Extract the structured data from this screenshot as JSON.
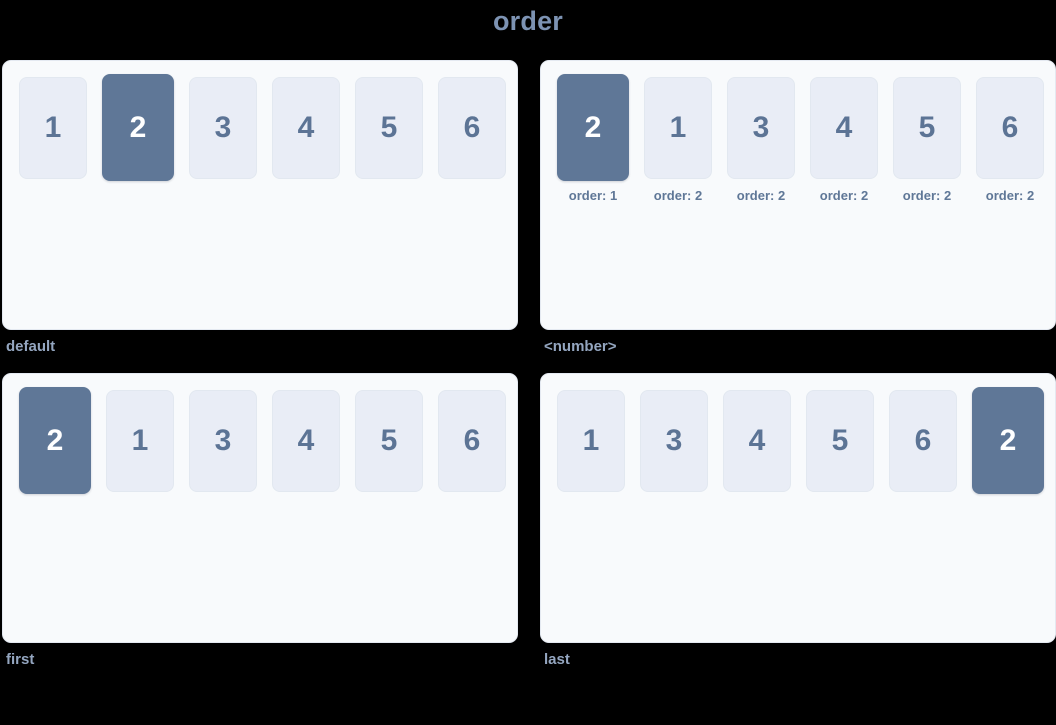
{
  "title": "order",
  "panels": [
    {
      "caption": "default",
      "items": [
        {
          "label": "1",
          "active": false
        },
        {
          "label": "2",
          "active": true
        },
        {
          "label": "3",
          "active": false
        },
        {
          "label": "4",
          "active": false
        },
        {
          "label": "5",
          "active": false
        },
        {
          "label": "6",
          "active": false
        }
      ],
      "sublabels": []
    },
    {
      "caption": "<number>",
      "items": [
        {
          "label": "2",
          "active": true
        },
        {
          "label": "1",
          "active": false
        },
        {
          "label": "3",
          "active": false
        },
        {
          "label": "4",
          "active": false
        },
        {
          "label": "5",
          "active": false
        },
        {
          "label": "6",
          "active": false
        }
      ],
      "sublabels": [
        "order: 1",
        "order: 2",
        "order: 2",
        "order: 2",
        "order: 2",
        "order: 2"
      ]
    },
    {
      "caption": "first",
      "items": [
        {
          "label": "2",
          "active": true
        },
        {
          "label": "1",
          "active": false
        },
        {
          "label": "3",
          "active": false
        },
        {
          "label": "4",
          "active": false
        },
        {
          "label": "5",
          "active": false
        },
        {
          "label": "6",
          "active": false
        }
      ],
      "sublabels": []
    },
    {
      "caption": "last",
      "items": [
        {
          "label": "1",
          "active": false
        },
        {
          "label": "3",
          "active": false
        },
        {
          "label": "4",
          "active": false
        },
        {
          "label": "5",
          "active": false
        },
        {
          "label": "6",
          "active": false
        },
        {
          "label": "2",
          "active": true
        }
      ],
      "sublabels": []
    }
  ],
  "colors": {
    "background": "#000000",
    "title": "#7d93b3",
    "panel_bg": "#f8fafc",
    "panel_border": "#e4e9f1",
    "item_bg": "#e9edf6",
    "item_text": "#5c7495",
    "item_active_bg": "#5f7797",
    "item_active_text": "#ffffff",
    "caption": "#94a6c0",
    "sublabel": "#5f7797"
  }
}
